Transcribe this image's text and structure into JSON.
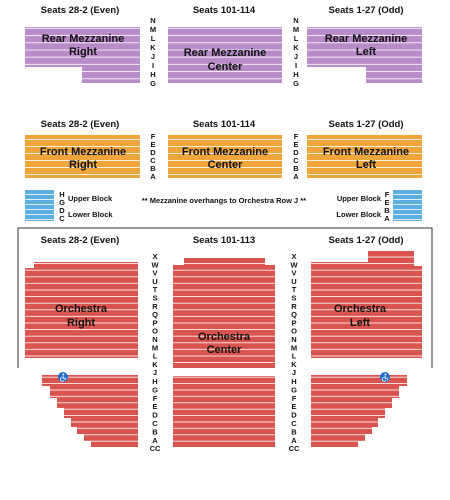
{
  "colors": {
    "rear_mezzanine": "#b88cc8",
    "front_mezzanine": "#f0a53a",
    "box": "#5aaee0",
    "orchestra": "#d9534f",
    "row_line": "#ffffff",
    "border": "#333333",
    "accessible": "#1e6fd0"
  },
  "headers": {
    "even": "Seats 28-2 (Even)",
    "center_mezz": "Seats 101-114",
    "odd": "Seats 1-27 (Odd)",
    "center_orch": "Seats 101-113"
  },
  "sections": {
    "rear_right": [
      "Rear Mezzanine",
      "Right"
    ],
    "rear_center": [
      "Rear Mezzanine",
      "Center"
    ],
    "rear_left": [
      "Rear Mezzanine",
      "Left"
    ],
    "front_right": [
      "Front Mezzanine",
      "Right"
    ],
    "front_center": [
      "Front Mezzanine",
      "Center"
    ],
    "front_left": [
      "Front Mezzanine",
      "Left"
    ],
    "orch_right": [
      "Orchestra",
      "Right"
    ],
    "orch_center": [
      "Orchestra",
      "Center"
    ],
    "orch_left": [
      "Orchestra",
      "Left"
    ]
  },
  "box_labels": {
    "upper": "Upper Block",
    "lower": "Lower Block",
    "note": "** Mezzanine overhangs to Orchestra Row J **",
    "left_rows": [
      "H",
      "G",
      "D",
      "C"
    ],
    "right_rows": [
      "F",
      "E",
      "B",
      "A"
    ]
  },
  "rows": {
    "rear_mezz": [
      "N",
      "M",
      "L",
      "K",
      "J",
      "I",
      "H",
      "G"
    ],
    "front_mezz": [
      "F",
      "E",
      "D",
      "C",
      "B",
      "A"
    ],
    "orch_upper": [
      "X",
      "W",
      "V",
      "U",
      "T",
      "S",
      "R",
      "Q",
      "P",
      "O",
      "N",
      "M",
      "L",
      "K",
      "J"
    ],
    "orch_lower": [
      "H",
      "G",
      "F",
      "E",
      "D",
      "C",
      "B",
      "A",
      "CC"
    ]
  },
  "accessible_icon": "wheelchair-icon"
}
